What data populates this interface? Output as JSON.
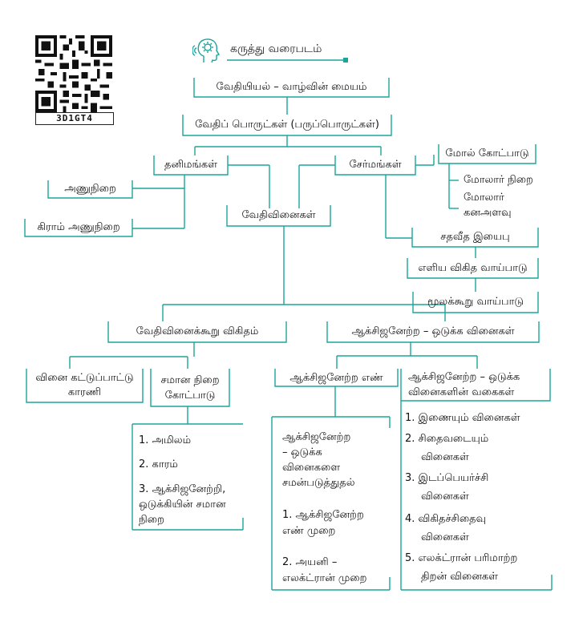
{
  "qr_code": "3D1GT4",
  "header": "கருத்து வரைபடம்",
  "colors": {
    "line": "#1aa59a"
  },
  "nodes": {
    "root": "வேதியியல் – வாழ்வின் மையம்",
    "substances": "வேதிப் பொருட்கள் (பருப்பொருட்கள்)",
    "elements": "தனிமங்கள்",
    "compounds": "சேர்மங்கள்",
    "atomic_mass": "அணுநிறை",
    "gram_atomic_mass": "கிராம் அணுநிறை",
    "mole_concept": "மோல் கோட்பாடு",
    "molar_mass": "மோலார் நிறை",
    "molar_volume_1": "மோலார்",
    "molar_volume_2": "கனஅளவு",
    "reactions": "வேதிவினைகள்",
    "percent_composition": "சதவீத இயைபு",
    "empirical_formula": "எளிய விகித வாய்பாடு",
    "molecular_formula": "மூலக்கூறு வாய்பாடு",
    "stoichiometry": "வேதிவினைக்கூறு விகிதம்",
    "redox": "ஆக்சிஜனேற்ற – ஒடுக்க வினைகள்",
    "limiting_1": "வினை கட்டுப்பாட்டு",
    "limiting_2": "காரணி",
    "equivalent_1": "சமான நிறை",
    "equivalent_2": "கோட்பாடு",
    "equiv_items": [
      "1. அமிலம்",
      "2. காரம்",
      "3. ஆக்சிஜனேற்றி,",
      "ஒடுக்கியின் சமான",
      "நிறை"
    ],
    "oxidation_number": "ஆக்சிஜனேற்ற எண்",
    "balancing": [
      "ஆக்சிஜனேற்ற",
      "– ஒடுக்க",
      "வினைகளை",
      "சமன்படுத்துதல்"
    ],
    "balancing_methods": [
      "1. ஆக்சிஜனேற்ற",
      "எண் முறை",
      "2. அயனி –",
      "எலக்ட்ரான் முறை"
    ],
    "redox_types_1": "ஆக்சிஜனேற்ற – ஒடுக்க",
    "redox_types_2": "வினைகளின் வகைகள்",
    "redox_type_items": [
      "1. இணையும் வினைகள்",
      "2.  சிதைவடையும்",
      "வினைகள்",
      "3. இடப்பெயர்ச்சி",
      "வினைகள்",
      "4.  விகிதச்சிதைவு",
      "வினைகள்",
      "5. எலக்ட்ரான் பரிமாற்ற",
      "திறன் வினைகள்"
    ]
  }
}
